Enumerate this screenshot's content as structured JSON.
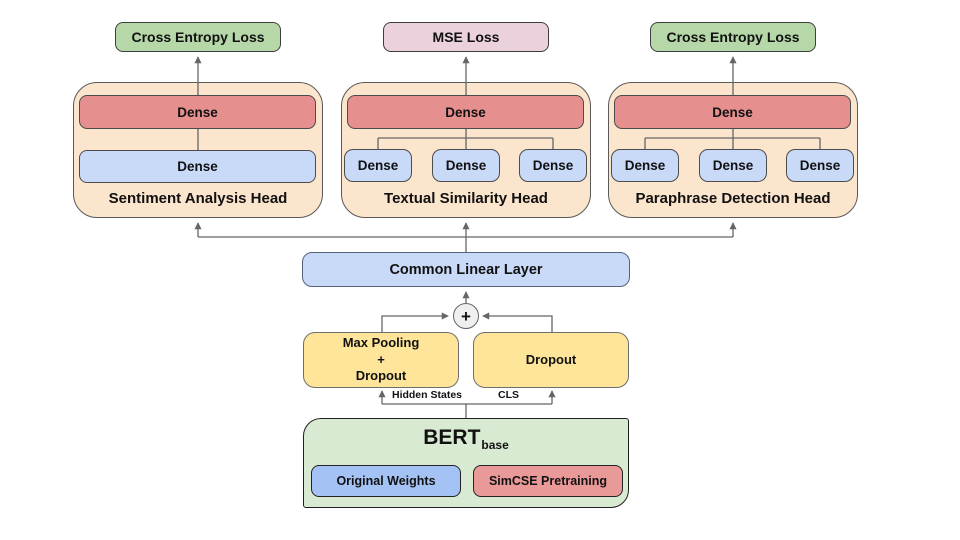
{
  "losses": [
    {
      "id": "sentiment",
      "label": "Cross Entropy Loss"
    },
    {
      "id": "similarity",
      "label": "MSE Loss"
    },
    {
      "id": "paraphrase",
      "label": "Cross Entropy Loss"
    }
  ],
  "heads": [
    {
      "title": "Sentiment Analysis Head",
      "top_dense": "Dense",
      "sub_dense": [
        "Dense"
      ]
    },
    {
      "title": "Textual Similarity Head",
      "top_dense": "Dense",
      "sub_dense": [
        "Dense",
        "Dense",
        "Dense"
      ]
    },
    {
      "title": "Paraphrase Detection Head",
      "top_dense": "Dense",
      "sub_dense": [
        "Dense",
        "Dense",
        "Dense"
      ]
    }
  ],
  "common_layer": {
    "label": "Common Linear Layer"
  },
  "aggregator": {
    "symbol": "+"
  },
  "pooling": {
    "lines": [
      "Max Pooling",
      "+",
      "Dropout"
    ]
  },
  "dropout": {
    "label": "Dropout"
  },
  "edge_labels": {
    "hidden_states": "Hidden States",
    "cls": "CLS"
  },
  "bert": {
    "name": "BERT",
    "subscript": "base",
    "weights": "Original Weights",
    "pretraining": "SimCSE Pretraining"
  },
  "colors": {
    "loss_green": "#b6d7a8",
    "loss_pink": "#ead1dc",
    "head_fill": "#fce5cd",
    "dense_red": "#e58f8f",
    "dense_blue": "#c9daf8",
    "common_blue": "#c9daf8",
    "pooling_yellow": "#ffe599",
    "bert_green": "#d9ead3",
    "weights_blue": "#a4c2f4",
    "simcse_red": "#ea9999",
    "connector_gray": "#666666"
  }
}
